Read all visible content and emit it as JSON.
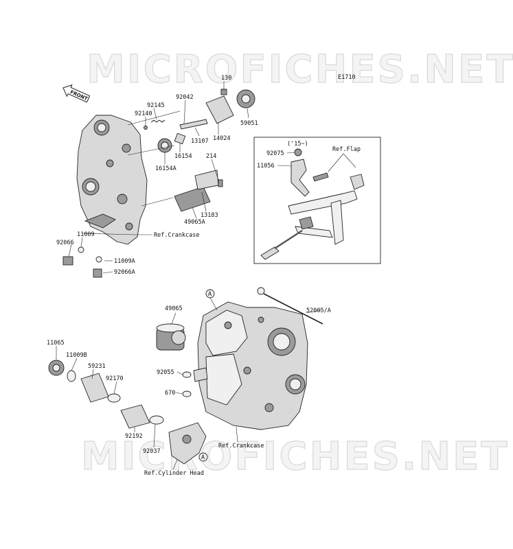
{
  "watermark": {
    "text": "MICROFICHES.NET"
  },
  "diagram_code": "E1710",
  "front_label": "FRONT",
  "inset": {
    "year_label": "('15~)",
    "ref_label": "Ref.Flap"
  },
  "labels": {
    "p130": "130",
    "p92042": "92042",
    "p92145": "92145",
    "p92140": "92140",
    "p13107": "13107",
    "p14024": "14024",
    "p59051": "59051",
    "p16154": "16154",
    "p16154a": "16154A",
    "p214": "214",
    "p13183": "13183",
    "p49065a": "49065A",
    "p11009": "11009",
    "p92066": "92066",
    "p11009a": "11009A",
    "p92066a": "92066A",
    "ref_crankcase_top": "Ref.Crankcase",
    "p92075": "92075",
    "p11056": "11056",
    "p49065": "49065",
    "p52005a": "52005/A",
    "p11065": "11065",
    "p11009b": "11009B",
    "p59231": "59231",
    "p92170": "92170",
    "p92055": "92055",
    "p670": "670",
    "p92192": "92192",
    "p92037": "92037",
    "ref_crankcase_bottom": "Ref.Crankcase",
    "ref_cylinder_head": "Ref.Cylinder Head",
    "marker_a_top": "A",
    "marker_a_bottom": "A"
  }
}
